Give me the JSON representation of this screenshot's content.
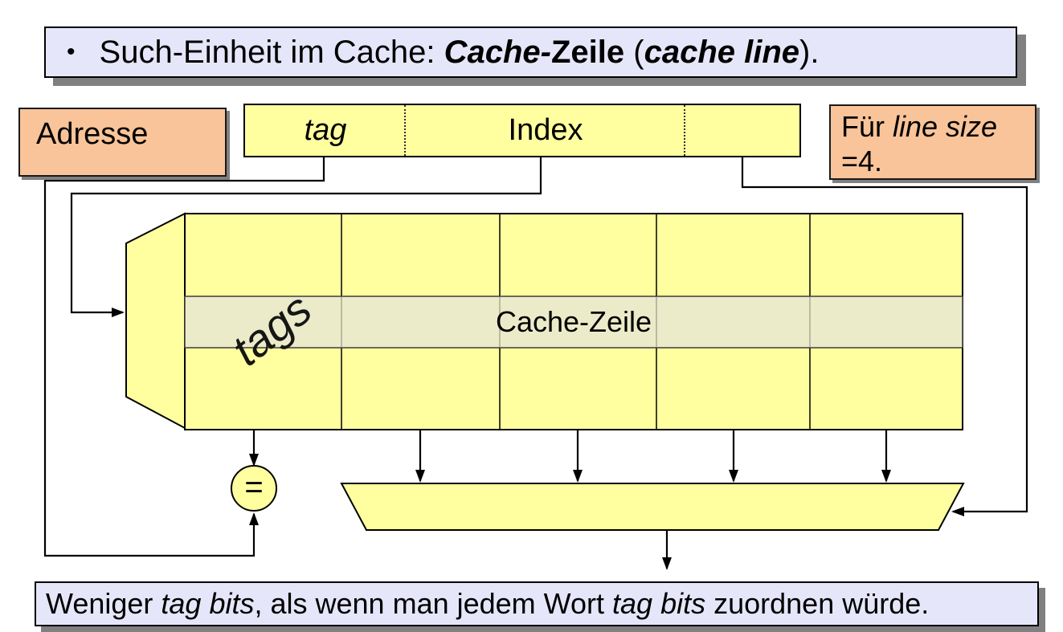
{
  "slide": {
    "title_banner": {
      "bullet": "•",
      "r1": "Such-Einheit im Cache: ",
      "r2": "Cache-",
      "r3": "Zeile",
      "r4": " (",
      "r5": "cache line",
      "r6": ")."
    },
    "address_label": "Adresse",
    "address_field": {
      "tag": "tag",
      "index": "Index"
    },
    "note_box": {
      "line1_normal": "Für ",
      "line1_italic": "line size",
      "line2": "=4."
    },
    "cache": {
      "tags_label": "tags",
      "row_label": "Cache-Zeile",
      "comparator": "="
    },
    "bottom_banner": {
      "r1": "Weniger ",
      "r2": "tag bits",
      "r3": ", als wenn man jedem Wort ",
      "r4": "tag bits",
      "r5": " zuordnen würde."
    },
    "colors": {
      "yellow": "#FFFFA0",
      "highlight": "#EBEBC9",
      "orange": "#F9C499",
      "lavender": "#E6E6FA",
      "shadow": "#808080",
      "ink": "#000000"
    }
  }
}
